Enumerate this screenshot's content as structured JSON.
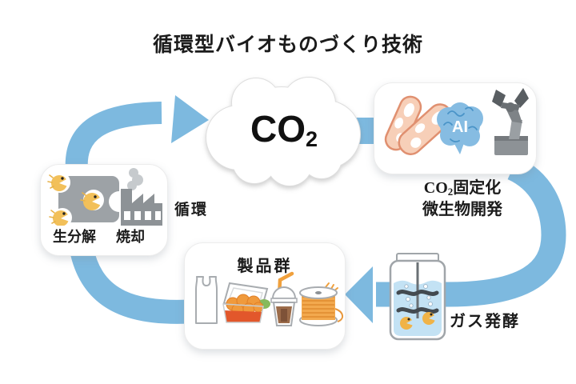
{
  "title": "循環型バイオものづくり技術",
  "cloud": {
    "gas": "CO",
    "gas_sub": "2"
  },
  "fixation": {
    "caption_pre": "CO",
    "caption_sub": "2",
    "caption_post": "固定化",
    "caption_line2": "微生物開発",
    "ai_label": "AI"
  },
  "cycle_label": "循環",
  "disposal": {
    "biodegradation_label": "生分解",
    "incineration_label": "焼却"
  },
  "products": {
    "title": "製品群"
  },
  "fermentation": {
    "label": "ガス発酵"
  },
  "colors": {
    "arrow_blue": "#7DB9DF",
    "bacteria_fill": "#F7CFB8",
    "bacteria_outline": "#E09070",
    "brain_blue": "#86BCE2",
    "brain_lines": "#4A94C8",
    "robot_gray": "#8D9296",
    "microbe_yellow": "#F2C05A",
    "factory_gray": "#8D9296",
    "jar_liquid": "#C3E2F4",
    "thread_orange": "#F2A94E",
    "food_box_red": "#E2572B",
    "drink_brown": "#9C6C4A",
    "garnish_green": "#85BA5C",
    "text_black": "#1B1B1B"
  },
  "icons": {
    "co2-cloud-icon": "cloud",
    "bacteria-icon": "two capsule microbes",
    "ai-brain-icon": "brain with AI label",
    "robot-arm-icon": "robotic gripper arm",
    "biodegradation-icon": "microbes eating material",
    "factory-icon": "factory with smoke",
    "shopping-bag-icon": "plastic bag",
    "food-box-icon": "takeout fried food box",
    "drink-cup-icon": "iced drink cup with straw",
    "yarn-spool-icon": "spool of thread",
    "fermenter-jar-icon": "stirred bioreactor jar"
  }
}
